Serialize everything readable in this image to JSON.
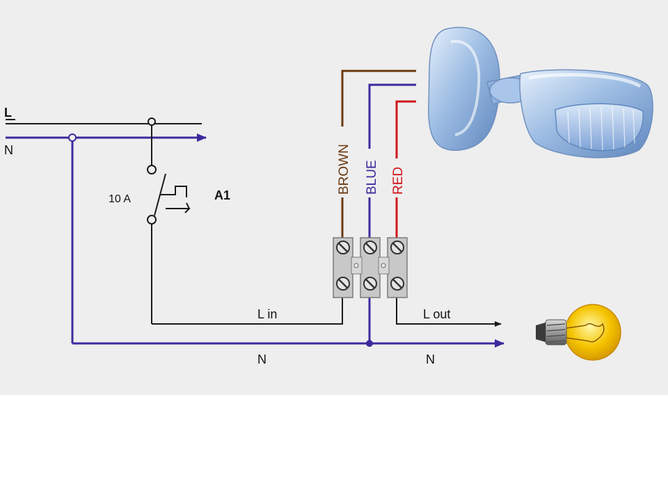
{
  "labels": {
    "line": "L",
    "neutral_top": "N",
    "breaker_rating": "10 A",
    "breaker_id": "A1",
    "wire_brown": "BROWN",
    "wire_blue": "BLUE",
    "wire_red": "RED",
    "l_in": "L in",
    "l_out": "L out",
    "neutral_bottom_left": "N",
    "neutral_bottom_right": "N"
  },
  "colors": {
    "panel_background": "#eeeeee",
    "line_wire": "#1a1a1a",
    "neutral_wire": "#3b2a9e",
    "brown_wire": "#6b3a10",
    "blue_wire": "#3b2a9e",
    "red_wire": "#d0151b",
    "sensor_body": "#9dbde3",
    "bulb_glass": "#f5c400"
  },
  "icons": {
    "sensor": "motion-sensor-icon",
    "lamp": "light-bulb-icon",
    "terminal": "terminal-block-icon"
  }
}
